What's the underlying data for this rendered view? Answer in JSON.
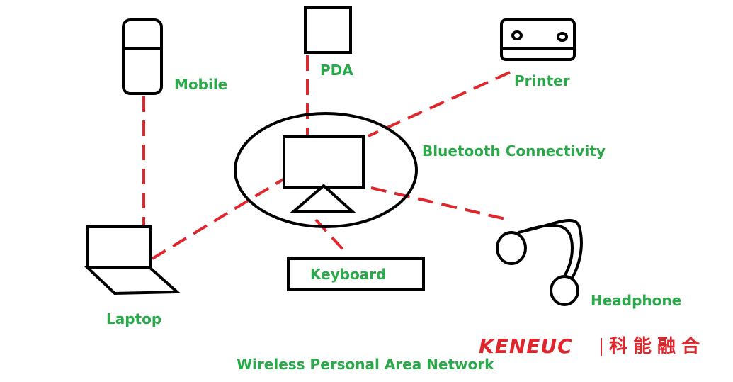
{
  "diagram": {
    "title": "Wireless Personal Area Network",
    "center_label": "Bluetooth Connectivity",
    "devices": {
      "mobile": "Mobile",
      "pda": "PDA",
      "printer": "Printer",
      "laptop": "Laptop",
      "keyboard": "Keyboard",
      "headphone": "Headphone"
    },
    "colors": {
      "link": "#e0262d",
      "label": "#2aa84a",
      "outline": "#000000"
    }
  },
  "brand": {
    "latin": "KENEUC",
    "cjk": "科能融合",
    "color": "#e0262d"
  }
}
